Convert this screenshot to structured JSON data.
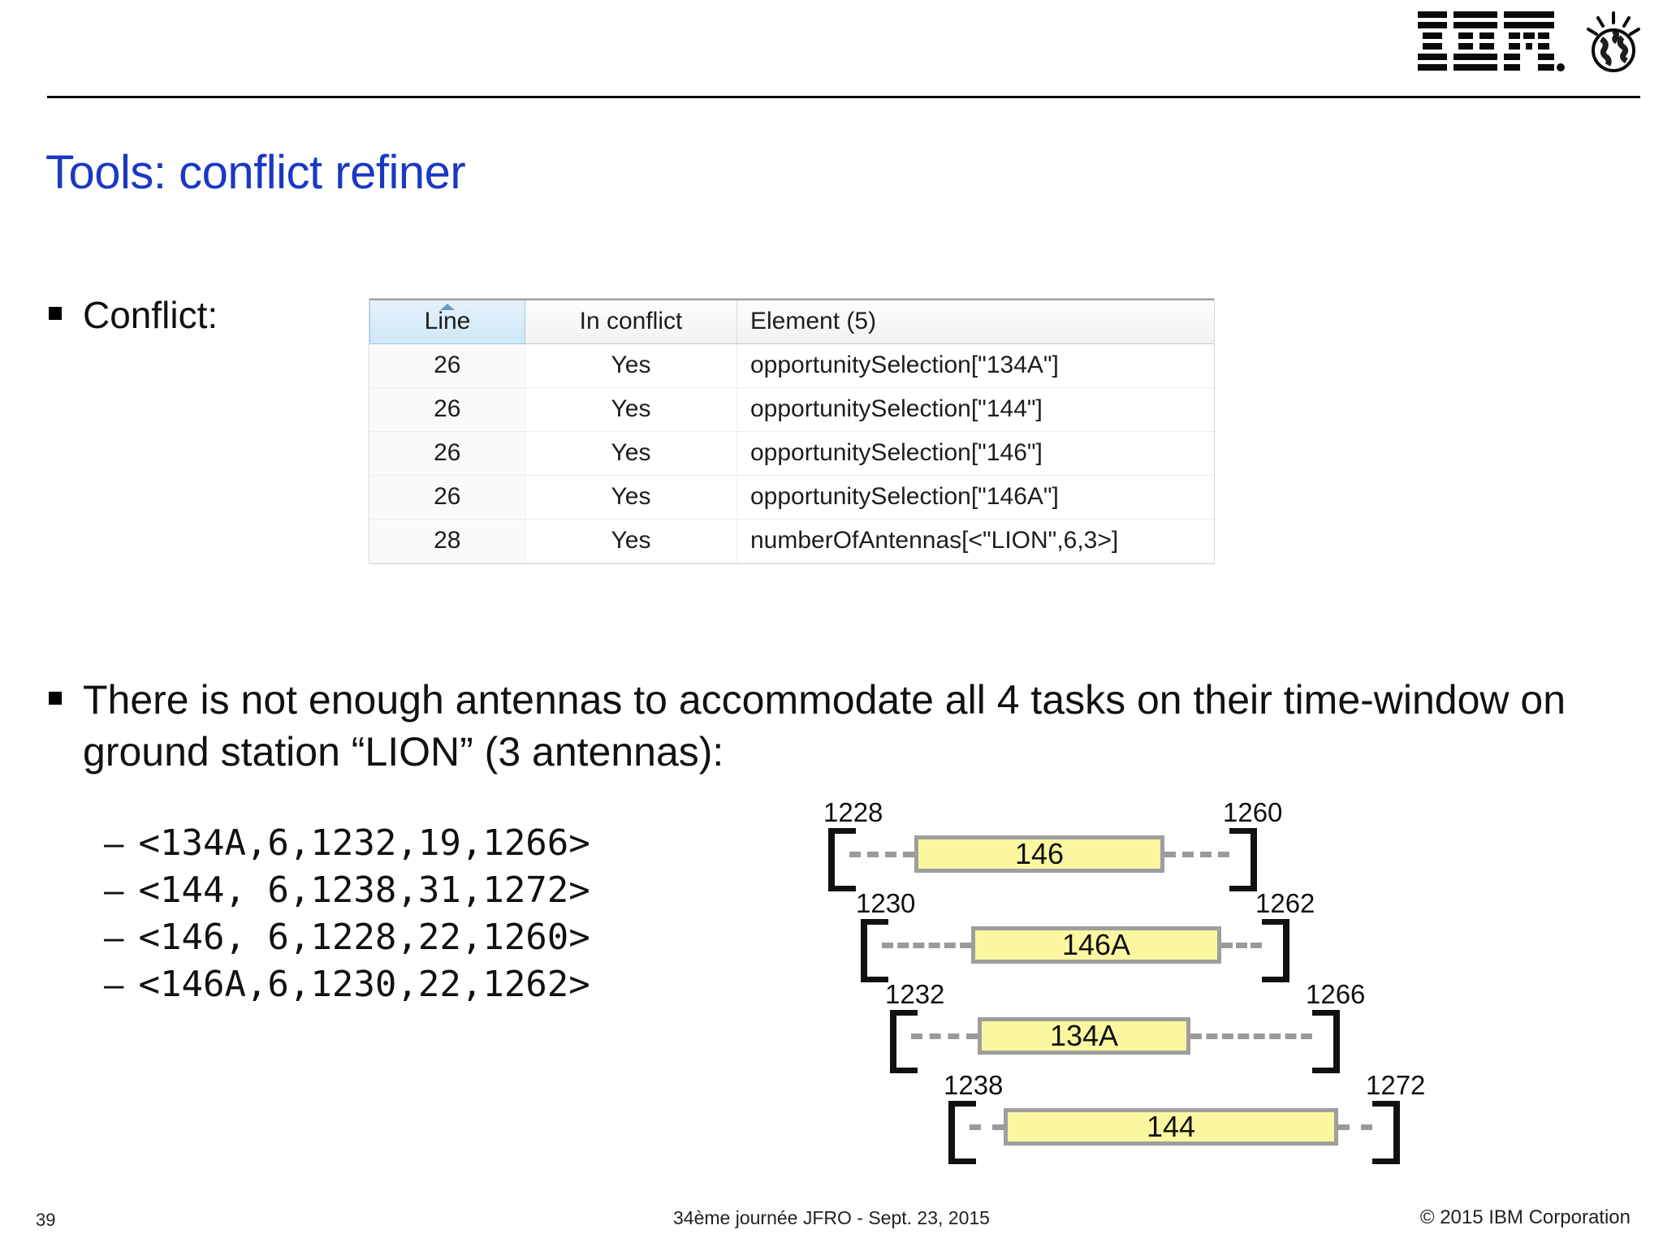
{
  "brand": {
    "logo_name": "IBM",
    "logo_mark": "smarter-planet-globe",
    "accent_color": "#1a38c4"
  },
  "slide": {
    "title": "Tools: conflict refiner",
    "page_number": "39"
  },
  "bullets": {
    "conflict_label": "Conflict:",
    "explanation": "There is not enough antennas to accommodate all 4 tasks on their time-window on ground station “LION” (3 antennas):"
  },
  "conflict_table": {
    "columns": [
      "Line",
      "In conflict",
      "Element (5)"
    ],
    "sorted_column": "Line",
    "sort_direction": "ascending",
    "rows": [
      {
        "line": "26",
        "in_conflict": "Yes",
        "element": "opportunitySelection[\"134A\"]"
      },
      {
        "line": "26",
        "in_conflict": "Yes",
        "element": "opportunitySelection[\"144\"]"
      },
      {
        "line": "26",
        "in_conflict": "Yes",
        "element": "opportunitySelection[\"146\"]"
      },
      {
        "line": "26",
        "in_conflict": "Yes",
        "element": "opportunitySelection[\"146A\"]"
      },
      {
        "line": "28",
        "in_conflict": "Yes",
        "element": "numberOfAntennas[<\"LION\",6,3>]"
      }
    ]
  },
  "tuples": [
    "<134A,6,1232,19,1266>",
    "<144, 6,1238,31,1272>",
    "<146, 6,1228,22,1260>",
    "<146A,6,1230,22,1262>"
  ],
  "chart_data": {
    "type": "bar",
    "title": "",
    "xlabel": "",
    "ylabel": "",
    "xlim": [
      1228,
      1272
    ],
    "grid": false,
    "legend": "none",
    "note": "Horizontal time-window Gantt: brackets mark earliest start and latest end; yellow bar is task duration.",
    "categories": [
      "146",
      "146A",
      "134A",
      "144"
    ],
    "rows": [
      {
        "label": "146",
        "window_start": 1228,
        "window_end": 1260,
        "duration": 22,
        "bar_left_pct": 20,
        "bar_right_pct": 80
      },
      {
        "label": "146A",
        "window_start": 1230,
        "window_end": 1262,
        "duration": 22,
        "bar_left_pct": 26,
        "bar_right_pct": 86
      },
      {
        "label": "134A",
        "window_start": 1232,
        "window_end": 1266,
        "duration": 19,
        "bar_left_pct": 30,
        "bar_right_pct": 76
      },
      {
        "label": "144",
        "window_start": 1238,
        "window_end": 1272,
        "duration": 31,
        "bar_left_pct": 36,
        "bar_right_pct": 96
      }
    ],
    "bar_fill_color": "#fbf7a0",
    "bar_border_color": "#9e9e9e",
    "bracket_color": "#111111",
    "connector_color": "#9a9a9a"
  },
  "footer": {
    "page": "39",
    "center": "34ème journée JFRO - Sept. 23,  2015",
    "copyright": "© 2015 IBM Corporation"
  }
}
